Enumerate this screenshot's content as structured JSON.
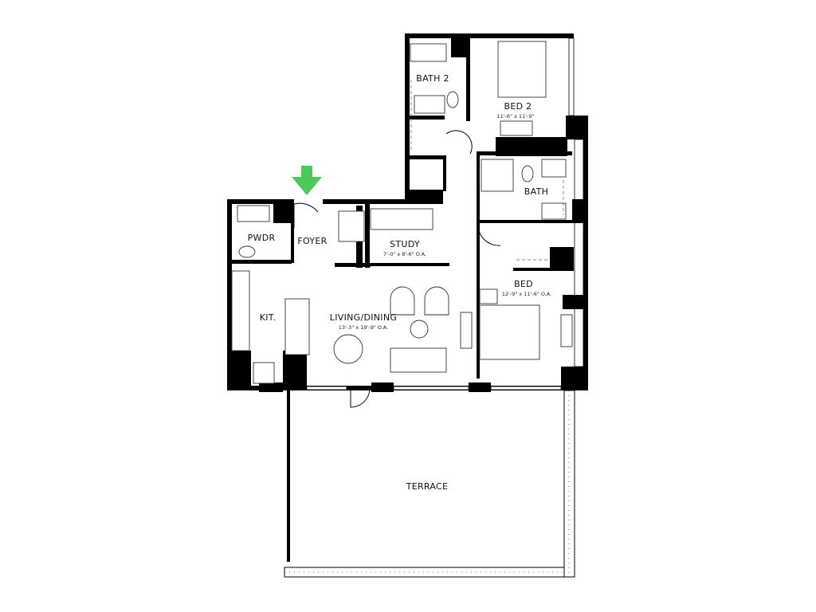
{
  "plan": {
    "rooms": {
      "bath2": {
        "label": "BATH 2"
      },
      "bed2": {
        "label": "BED 2",
        "dims": "11'-6\" x 11'-9\""
      },
      "bath": {
        "label": "BATH"
      },
      "pwdr": {
        "label": "PWDR"
      },
      "foyer": {
        "label": "FOYER"
      },
      "study": {
        "label": "STUDY",
        "dims": "7'-0\" x 8'-6\" O.A."
      },
      "bed": {
        "label": "BED",
        "dims": "12'-9\" x 11'-6\" O.A."
      },
      "kit": {
        "label": "KIT."
      },
      "living": {
        "label": "LIVING/DINING",
        "dims": "13'-3\" x 19'-9\" O.A."
      },
      "terrace": {
        "label": "TERRACE"
      }
    },
    "entry_arrow_color": "#4cc95a",
    "wall_color": "#000000"
  }
}
